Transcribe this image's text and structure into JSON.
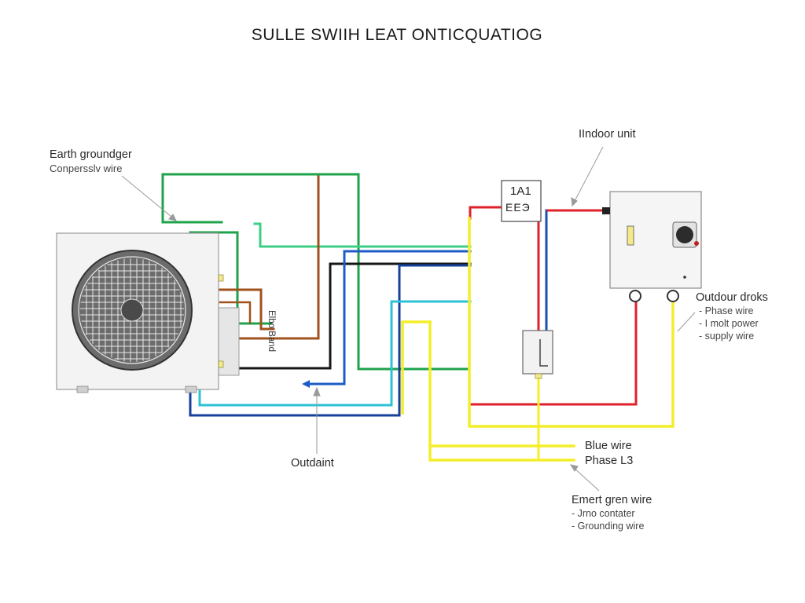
{
  "title": "SULLE SWIIH LEAT ONTICQUATIOG",
  "labels": {
    "earth_grounder": "Earth groundger",
    "compressor_wire": "Conpersslv wire",
    "indoor_unit": "IIndoor unit",
    "breaker_top": "1A1",
    "breaker_code": "ЕЕЭ",
    "elbo_band": "Elbo Band",
    "outdoor_drops": "Outdour droks",
    "phase_wire": "- Phase wire",
    "mott_power": "- I molt power",
    "supply_wire": "- supply wire",
    "outdaint": "Outdaint",
    "blue_wire": "Blue wire",
    "phase_l3": "Phase L3",
    "emergency_green_wire": "Emert gren wire",
    "arno_contacter": "- Jrno contater",
    "grounding_wire": "- Grounding wire"
  },
  "colors": {
    "green": "#1ea34a",
    "cyan": "#2cc1d6",
    "blue": "#16409a",
    "brown": "#a0521c",
    "black": "#161616",
    "red": "#e0202a",
    "yellow": "#f4ee2a",
    "arrow_gray": "#9a9a9a"
  },
  "icons": [
    "fan-grille-icon",
    "socket-icon",
    "fuse-icon",
    "arrow-icon"
  ]
}
